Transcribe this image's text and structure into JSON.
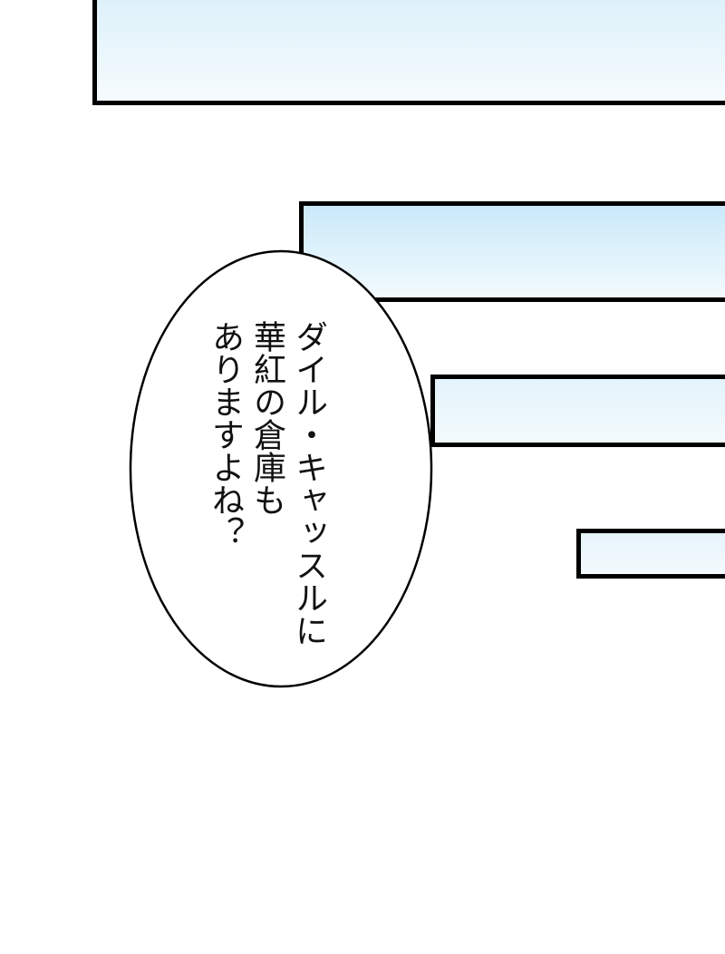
{
  "panels": [
    {
      "id": "panel-1",
      "description": "sky panel (top, cropped)"
    },
    {
      "id": "panel-2",
      "description": "sky panel"
    },
    {
      "id": "panel-3",
      "description": "sky panel"
    },
    {
      "id": "panel-4",
      "description": "sky panel (small)"
    }
  ],
  "speech_bubble": {
    "lines": [
      "ダイル・キャッスルに",
      "華紅の倉庫も",
      "ありますよね？"
    ]
  },
  "colors": {
    "border": "#000000",
    "sky_top": "#c9e9f9",
    "sky_bottom": "#f4fafd",
    "background": "#ffffff"
  }
}
